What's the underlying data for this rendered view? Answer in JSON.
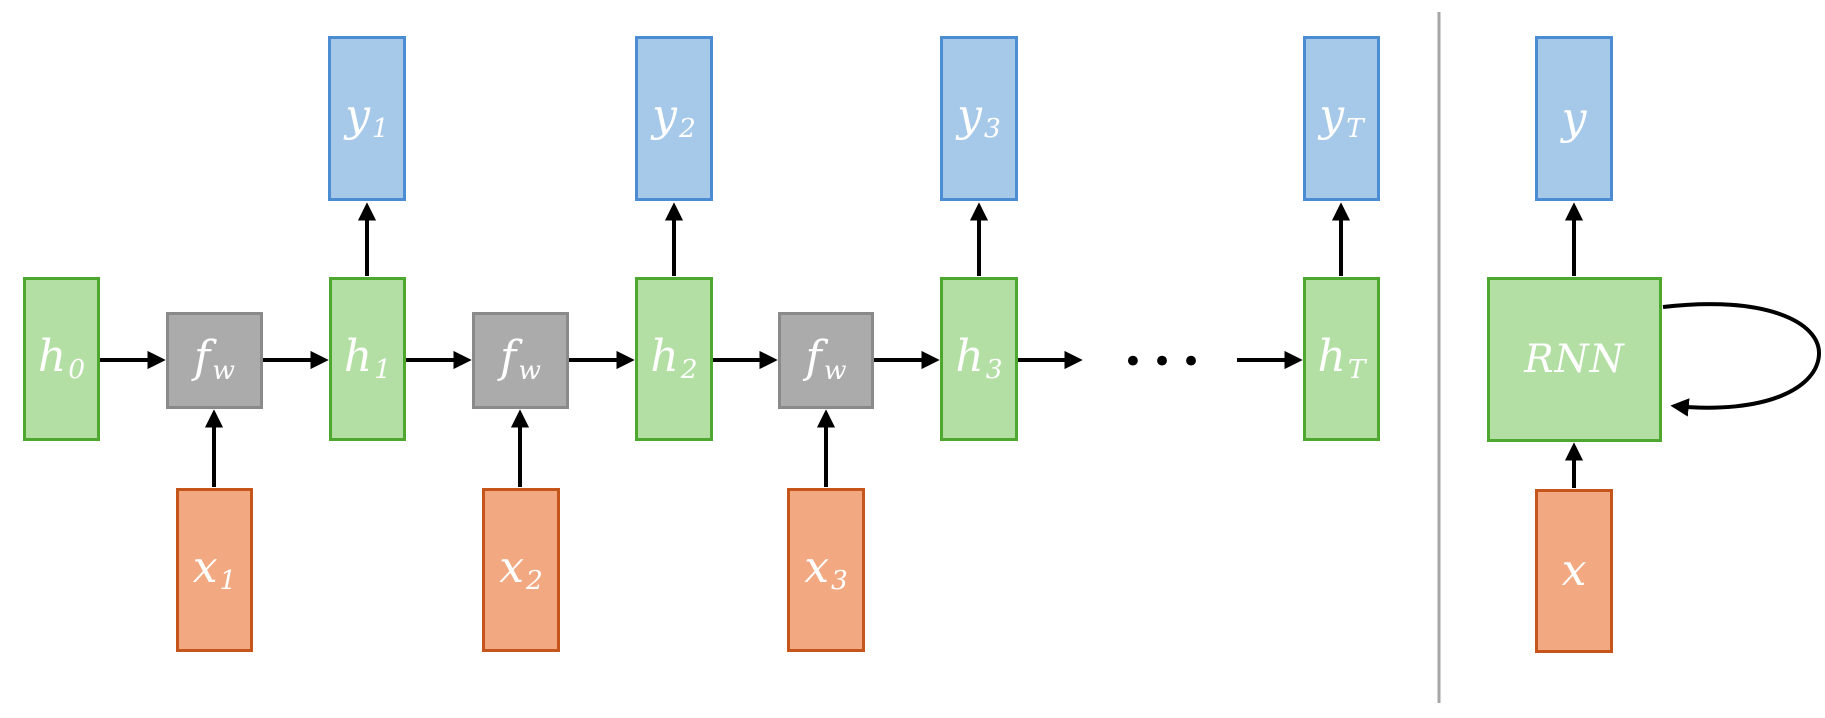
{
  "colors": {
    "canvas_bg": "#ffffff",
    "hidden_fill": "#b4dfa4",
    "hidden_border": "#4ea72e",
    "output_fill": "#a7c9e9",
    "output_border": "#4b8cd2",
    "input_fill": "#f2a981",
    "input_border": "#c6551c",
    "function_fill": "#ababab",
    "function_border": "#8a8a8a",
    "arrow": "#000000",
    "divider": "#a6a6a6",
    "label_text": "#ffffff"
  },
  "unrolled": {
    "hidden_states": [
      {
        "base": "h",
        "sub": "0"
      },
      {
        "base": "h",
        "sub": "1"
      },
      {
        "base": "h",
        "sub": "2"
      },
      {
        "base": "h",
        "sub": "3"
      },
      {
        "base": "h",
        "sub": "T"
      }
    ],
    "functions": [
      {
        "base": "f",
        "sub": "w"
      },
      {
        "base": "f",
        "sub": "w"
      },
      {
        "base": "f",
        "sub": "w"
      }
    ],
    "inputs": [
      {
        "base": "x",
        "sub": "1"
      },
      {
        "base": "x",
        "sub": "2"
      },
      {
        "base": "x",
        "sub": "3"
      }
    ],
    "outputs": [
      {
        "base": "y",
        "sub": "1"
      },
      {
        "base": "y",
        "sub": "2"
      },
      {
        "base": "y",
        "sub": "3"
      },
      {
        "base": "y",
        "sub": "T"
      }
    ],
    "ellipsis": "•••"
  },
  "folded": {
    "cell_label": "RNN",
    "input_label": "x",
    "output_label": "y"
  }
}
